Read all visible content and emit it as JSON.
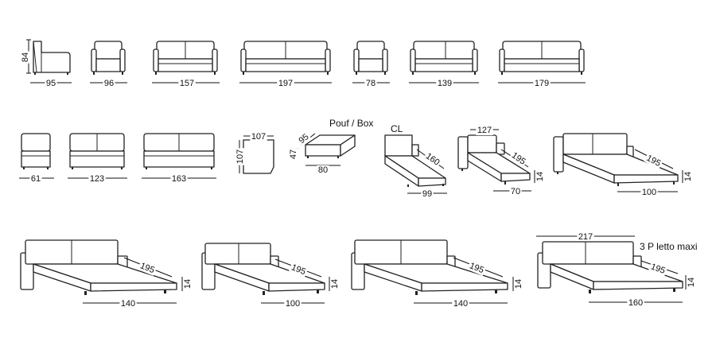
{
  "labels": {
    "pouf_box": "Pouf / Box",
    "cl": "CL",
    "letto_maxi": "3 P letto maxi"
  },
  "row1": [
    "84",
    "95",
    "96",
    "157",
    "197",
    "78",
    "139",
    "179"
  ],
  "row2": {
    "armless_1": "61",
    "armless_2": "123",
    "armless_3": "163",
    "corner_w": "107",
    "corner_d": "107",
    "pouf_h": "47",
    "pouf_d": "95",
    "pouf_w": "80",
    "cl_len": "160",
    "cl_w": "99",
    "bed1_top": "127",
    "bed1_len": "195",
    "bed1_h": "14",
    "bed1_w": "70",
    "bed2_len": "195",
    "bed2_h": "14",
    "bed2_w": "100"
  },
  "row3": {
    "bed_a_len": "195",
    "bed_a_h": "14",
    "bed_a_w": "140",
    "bed_b_len": "195",
    "bed_b_h": "14",
    "bed_b_w": "100",
    "bed_c_len": "195",
    "bed_c_h": "14",
    "bed_c_w": "140",
    "bed_d_top": "217",
    "bed_d_len": "195",
    "bed_d_h": "14",
    "bed_d_w": "160"
  }
}
